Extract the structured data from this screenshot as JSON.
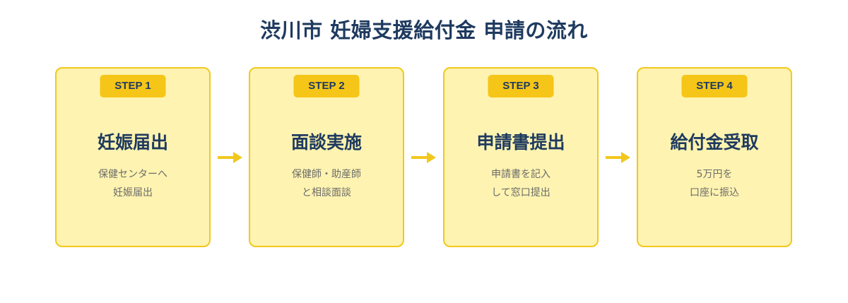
{
  "title": "渋川市 妊婦支援給付金 申請の流れ",
  "steps": [
    {
      "badge": "STEP 1",
      "title": "妊娠届出",
      "desc": [
        "保健センターへ",
        "妊娠届出"
      ]
    },
    {
      "badge": "STEP 2",
      "title": "面談実施",
      "desc": [
        "保健師・助産師",
        "と相談面談"
      ]
    },
    {
      "badge": "STEP 3",
      "title": "申請書提出",
      "desc": [
        "申請書を記入",
        "して窓口提出"
      ]
    },
    {
      "badge": "STEP 4",
      "title": "給付金受取",
      "desc": [
        "5万円を",
        "口座に振込"
      ]
    }
  ],
  "colors": {
    "card_bg": "#fef3b0",
    "card_border": "#f2c81e",
    "badge_bg": "#f5c518",
    "arrow": "#f2c81e",
    "text_dark": "#1e3a5f",
    "text_muted": "#6b6b6b"
  },
  "icons": {
    "connector": "arrow-right-icon"
  }
}
